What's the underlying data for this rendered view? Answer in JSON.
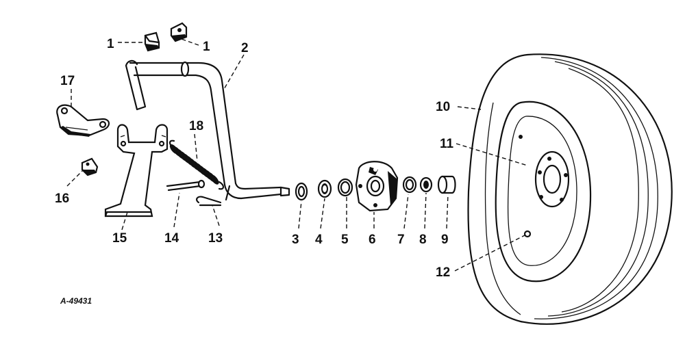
{
  "drawing_code": "A-49431",
  "callouts": [
    {
      "id": "c1a",
      "text": "1"
    },
    {
      "id": "c1b",
      "text": "1"
    },
    {
      "id": "c2",
      "text": "2"
    },
    {
      "id": "c3",
      "text": "3"
    },
    {
      "id": "c4",
      "text": "4"
    },
    {
      "id": "c5",
      "text": "5"
    },
    {
      "id": "c6",
      "text": "6"
    },
    {
      "id": "c7",
      "text": "7"
    },
    {
      "id": "c8",
      "text": "8"
    },
    {
      "id": "c9",
      "text": "9"
    },
    {
      "id": "c10",
      "text": "10"
    },
    {
      "id": "c11",
      "text": "11"
    },
    {
      "id": "c12",
      "text": "12"
    },
    {
      "id": "c13",
      "text": "13"
    },
    {
      "id": "c14",
      "text": "14"
    },
    {
      "id": "c15",
      "text": "15"
    },
    {
      "id": "c16",
      "text": "16"
    },
    {
      "id": "c17",
      "text": "17"
    },
    {
      "id": "c18",
      "text": "18"
    }
  ]
}
